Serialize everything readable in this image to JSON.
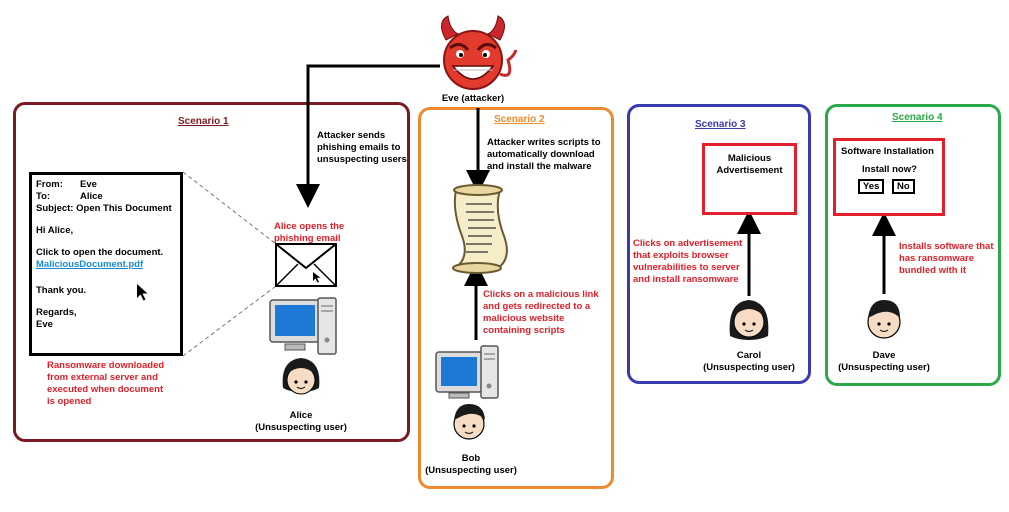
{
  "attacker": {
    "name": "Eve (attacker)"
  },
  "scenario1": {
    "title": "Scenario 1",
    "color": "#7a1a22",
    "eve_action": [
      "Attacker sends",
      "phishing emails to",
      "unsuspecting users"
    ],
    "alice_action": [
      "Alice opens the",
      "phishing email"
    ],
    "ransomware_note": [
      "Ransomware downloaded",
      "from external server and",
      "executed when document",
      "is opened"
    ],
    "user": {
      "name": "Alice",
      "role": "(Unsuspecting user)"
    },
    "email": {
      "from_label": "From:",
      "from_value": "Eve",
      "to_label": "To:",
      "to_value": "Alice",
      "subject_label": "Subject:",
      "subject_value": "Open This Document",
      "greeting": "Hi Alice,",
      "body": "Click to open the document.",
      "link": "MaliciousDocument.pdf",
      "thanks": "Thank you.",
      "regards": "Regards,",
      "signature": "Eve"
    }
  },
  "scenario2": {
    "title": "Scenario 2",
    "color": "#f08a2e",
    "eve_action": [
      "Attacker writes scripts to",
      "automatically download",
      "and install the malware"
    ],
    "user_action": [
      "Clicks on a malicious link",
      "and gets redirected to a",
      "malicious website",
      "containing scripts"
    ],
    "user": {
      "name": "Bob",
      "role": "(Unsuspecting user)"
    }
  },
  "scenario3": {
    "title": "Scenario 3",
    "color": "#3a3ab0",
    "ad_title": [
      "Malicious",
      "Advertisement"
    ],
    "user_action": [
      "Clicks on advertisement",
      "that exploits browser",
      "vulnerabilities to server",
      "and install ransomware"
    ],
    "user": {
      "name": "Carol",
      "role": "(Unsuspecting user)"
    }
  },
  "scenario4": {
    "title": "Scenario 4",
    "color": "#2aa84a",
    "dialog_title": "Software Installation",
    "dialog_question": "Install now?",
    "yes_label": "Yes",
    "no_label": "No",
    "user_action": [
      "Installs software that",
      "has ransomware",
      "bundled with it"
    ],
    "user": {
      "name": "Dave",
      "role": "(Unsuspecting user)"
    }
  }
}
